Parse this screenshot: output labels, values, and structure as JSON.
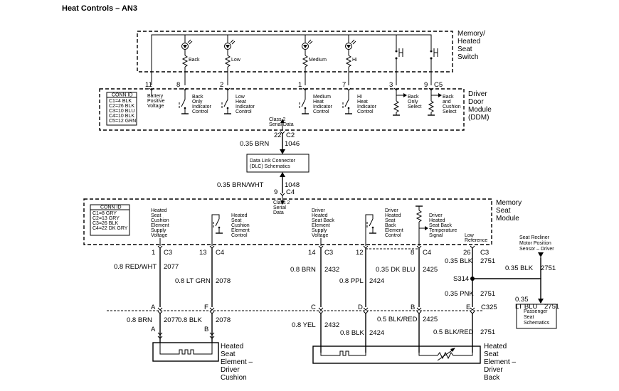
{
  "title": "Heat Controls – AN3",
  "modules": {
    "switch": [
      "Memory/",
      "Heated",
      "Seat",
      "Switch"
    ],
    "ddm": [
      "Driver",
      "Door",
      "Module",
      "(DDM)"
    ],
    "dlc": [
      "Data Link Connector",
      "(DLC) Schematics"
    ],
    "msm": [
      "Memory",
      "Seat",
      "Module"
    ],
    "passenger": [
      "Passenger",
      "Seat",
      "Schematics"
    ],
    "recliner": [
      "Seat Recliner",
      "Motor Position",
      "Sensor – Driver"
    ],
    "cushion": [
      "Heated",
      "Seat",
      "Element –",
      "Driver",
      "Cushion"
    ],
    "back": [
      "Heated",
      "Seat",
      "Element –",
      "Driver",
      "Back"
    ]
  },
  "switch_labels": [
    "Back",
    "Low",
    "Medium",
    "Hi"
  ],
  "ddm_conn_id": [
    "CONN ID",
    "C1=4 BLK",
    "C2=26 BLK",
    "C3=10 BLU",
    "C4=10 BLK",
    "C5=12 GRN"
  ],
  "msm_conn_id": [
    "CONN ID",
    "C1=8 GRY",
    "C2=13 GRY",
    "C3=26 BLK",
    "C4=22 DK GRY"
  ],
  "ddm_pins": [
    "11",
    "8",
    "2",
    "1",
    "7",
    "3",
    "9",
    "C5"
  ],
  "ddm_labels": {
    "battery": [
      "Battery",
      "Positive",
      "Voltage"
    ],
    "back_only_ind": [
      "Back",
      "Only",
      "Indicator",
      "Control"
    ],
    "low_ind": [
      "Low",
      "Heat",
      "Indicator",
      "Control"
    ],
    "med_ind": [
      "Medium",
      "Heat",
      "Indicator",
      "Control"
    ],
    "hi_ind": [
      "HI",
      "Heat",
      "Indicator",
      "Control"
    ],
    "back_only_sel": [
      "Back",
      "Only",
      "Select"
    ],
    "back_cushion_sel": [
      "Back",
      "and",
      "Cushion",
      "Select"
    ]
  },
  "serial_top": [
    "Class 2",
    "Serial Data"
  ],
  "serial_mid": [
    "Class 2",
    "Serial",
    "Data"
  ],
  "bus_top": {
    "pin": "22",
    "conn": "C2",
    "wire": "0.35 BRN",
    "circuit": "1046"
  },
  "bus_mid": {
    "pin": "9",
    "conn": "C4",
    "wire": "0.35 BRN/WHT",
    "circuit": "1048"
  },
  "msm_labels": {
    "cushion_supply": [
      "Heated",
      "Seat",
      "Cushion",
      "Element",
      "Supply",
      "Voltage"
    ],
    "cushion_control": [
      "Heated",
      "Seat",
      "Cushion",
      "Element",
      "Control"
    ],
    "back_supply": [
      "Driver",
      "Heated",
      "Seat Back",
      "Element",
      "Supply",
      "Voltage"
    ],
    "back_control": [
      "Driver",
      "Heated",
      "Seat",
      "Back",
      "Element",
      "Control"
    ],
    "back_temp": [
      "Driver",
      "Heated",
      "Seat Back",
      "Temperature",
      "Signal"
    ],
    "low_ref": [
      "Low",
      "Reference"
    ]
  },
  "msm_pins": [
    {
      "pin": "1",
      "conn": "C3"
    },
    {
      "pin": "13",
      "conn": "C4"
    },
    {
      "pin": "14",
      "conn": "C3"
    },
    {
      "pin": "12",
      "conn": ""
    },
    {
      "pin": "8",
      "conn": "C4"
    },
    {
      "pin": "26",
      "conn": "C3"
    }
  ],
  "upper_wires": [
    {
      "wire": "0.8 RED/WHT",
      "circuit": "2077"
    },
    {
      "wire": "0.8 LT GRN",
      "circuit": "2078"
    },
    {
      "wire": "0.8 BRN",
      "circuit": "2432"
    },
    {
      "wire": "0.8 PPL",
      "circuit": "2424"
    },
    {
      "wire": "0.35 DK BLU",
      "circuit": "2425"
    },
    {
      "wire": "0.35 BLK",
      "circuit": "2751"
    }
  ],
  "splice": {
    "name": "S314",
    "wire_right": "0.35 BLK",
    "circuit_right": "2751",
    "wire_down": "0.35 PNK",
    "circuit_down": "2751"
  },
  "ltblu": {
    "wire": [
      "0.35",
      "LT BLU"
    ],
    "circuit": "2751"
  },
  "c325_letters": [
    "A",
    "F",
    "C",
    "D",
    "B",
    "E"
  ],
  "c325_conn": "C325",
  "lower_wires": [
    {
      "wire": "0.8 BRN",
      "circuit": "2077"
    },
    {
      "wire": "0.8 BLK",
      "circuit": "2078"
    },
    {
      "wire": "0.8 YEL",
      "circuit": "2432"
    },
    {
      "wire": "0.8 BLK",
      "circuit": "2424"
    },
    {
      "wire": "0.5 BLK/RED",
      "circuit": "2425"
    },
    {
      "wire": "0.5 BLK/RED",
      "circuit": "2751"
    }
  ],
  "cushion_pins": [
    "A",
    "B"
  ]
}
